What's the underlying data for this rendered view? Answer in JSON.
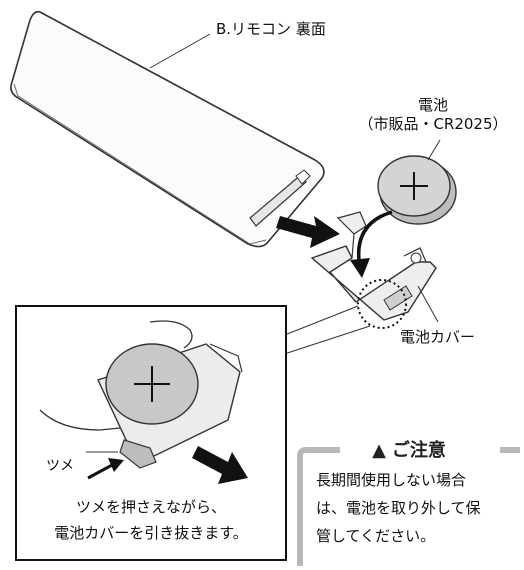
{
  "labels": {
    "remote": "B.リモコン 裏面",
    "battery_line1": "電池",
    "battery_line2": "（市販品・CR2025）",
    "holder": "電池カバー",
    "tab": "ツメ"
  },
  "instruction": {
    "line1": "ツメを押さえながら、",
    "line2": "電池カバーを引き抜きます。"
  },
  "caution": {
    "icon": "warning-triangle-icon",
    "title": "ご注意",
    "lines": [
      "長期間使用しない場合",
      "は、電池を取り外して保",
      "管してください。"
    ]
  },
  "colors": {
    "outline": "#333333",
    "grey_fill": "#c8c8c8",
    "light_grey": "#e6e6e6",
    "caution_border": "#b8b8b8",
    "arrow": "#111111"
  }
}
